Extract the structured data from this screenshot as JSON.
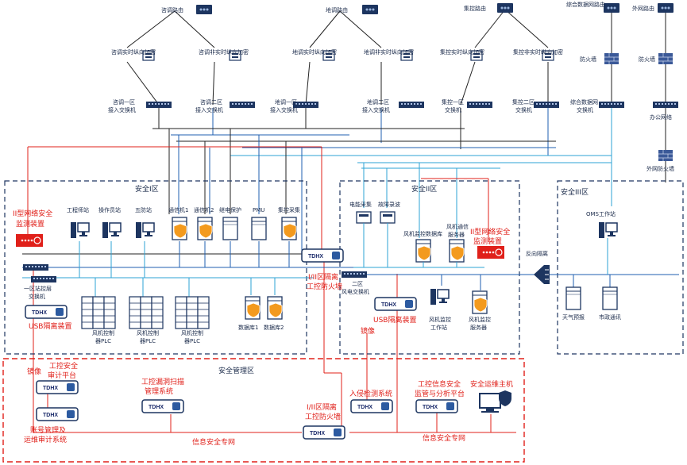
{
  "routers": {
    "consult": "咨调路由",
    "dispatch": "地调路由",
    "central": "集控路由",
    "integrated": "综合数据网路由",
    "external": "外网路由"
  },
  "encryptors": {
    "consult_rt": "咨调实时纵向加密",
    "consult_nrt": "咨调非实时纵向加密",
    "dispatch_rt": "地调实时纵向加密",
    "dispatch_nrt": "地调非实时纵向加密",
    "central_rt": "集控实时纵向加密",
    "central_nrt": "集控非实时纵向加密"
  },
  "firewalls": {
    "integrated": "防火墙",
    "external": "防火墙",
    "office_net": "办公网络",
    "extranet": "外网防火墙"
  },
  "switches": {
    "consult_1": "咨调一区接入交换机",
    "consult_2": "咨调二区接入交换机",
    "dispatch_1": "地调一区接入交换机",
    "dispatch_2": "地调二区接入交换机",
    "central_1": "集控一区交换机",
    "central_2": "集控二区交换机",
    "integrated": "综合数据网交换机"
  },
  "zones": {
    "zone1": "安全I区",
    "zone2": "安全II区",
    "zone3": "安全III区",
    "mgmt": "安全管理区"
  },
  "zone1": {
    "monitor_device": "II型网络安全监测装置",
    "workstations": [
      "工程师站",
      "操作员站",
      "五防站",
      "通信机1",
      "通信机2",
      "继电保护",
      "PMU",
      "集控采集"
    ],
    "switch": "一区站控层交换机",
    "plcs": [
      "风机控制器PLC",
      "风机控制器PLC",
      "风机控制器PLC"
    ],
    "databases": [
      "数据库1",
      "数据库2"
    ],
    "usb_isolation": "USB隔离装置"
  },
  "zone2": {
    "items": [
      "电能采集",
      "故障录波"
    ],
    "wind_db": "风机监控数据库",
    "wind_comm": "风机通信服务器",
    "monitor_device": "II型网络安全监测装置",
    "switch": "二区风电交换机",
    "wind_ws": "风机监控工作站",
    "wind_server": "风机监控服务器",
    "usb_isolation": "USB隔离装置",
    "mirror": "镜像"
  },
  "firewall_12": "I/II区隔离工控防火墙",
  "reverse_isolation": "反向隔离",
  "zone3": {
    "oms": "OMS工作站",
    "weather": "天气预报",
    "market": "市政通讯"
  },
  "mgmt": {
    "mirror": "镜像",
    "audit": "工控安全审计平台",
    "vuln": "工控漏洞扫描管理系统",
    "account": "账号管理及运维审计系统",
    "ids": "入侵检测系统",
    "info_platform": "工控信息安全监管与分析平台",
    "ops_host": "安全运维主机",
    "firewall": "I/II区隔离工控防火墙",
    "net1": "信息安全专网",
    "net2": "信息安全专网"
  },
  "brand": "TDHX",
  "colors": {
    "blue_line": "#1f5fb0",
    "cyan_line": "#2ea3d6",
    "black_line": "#222222",
    "red_line": "#e0201a",
    "accent_red": "#e0201a"
  }
}
